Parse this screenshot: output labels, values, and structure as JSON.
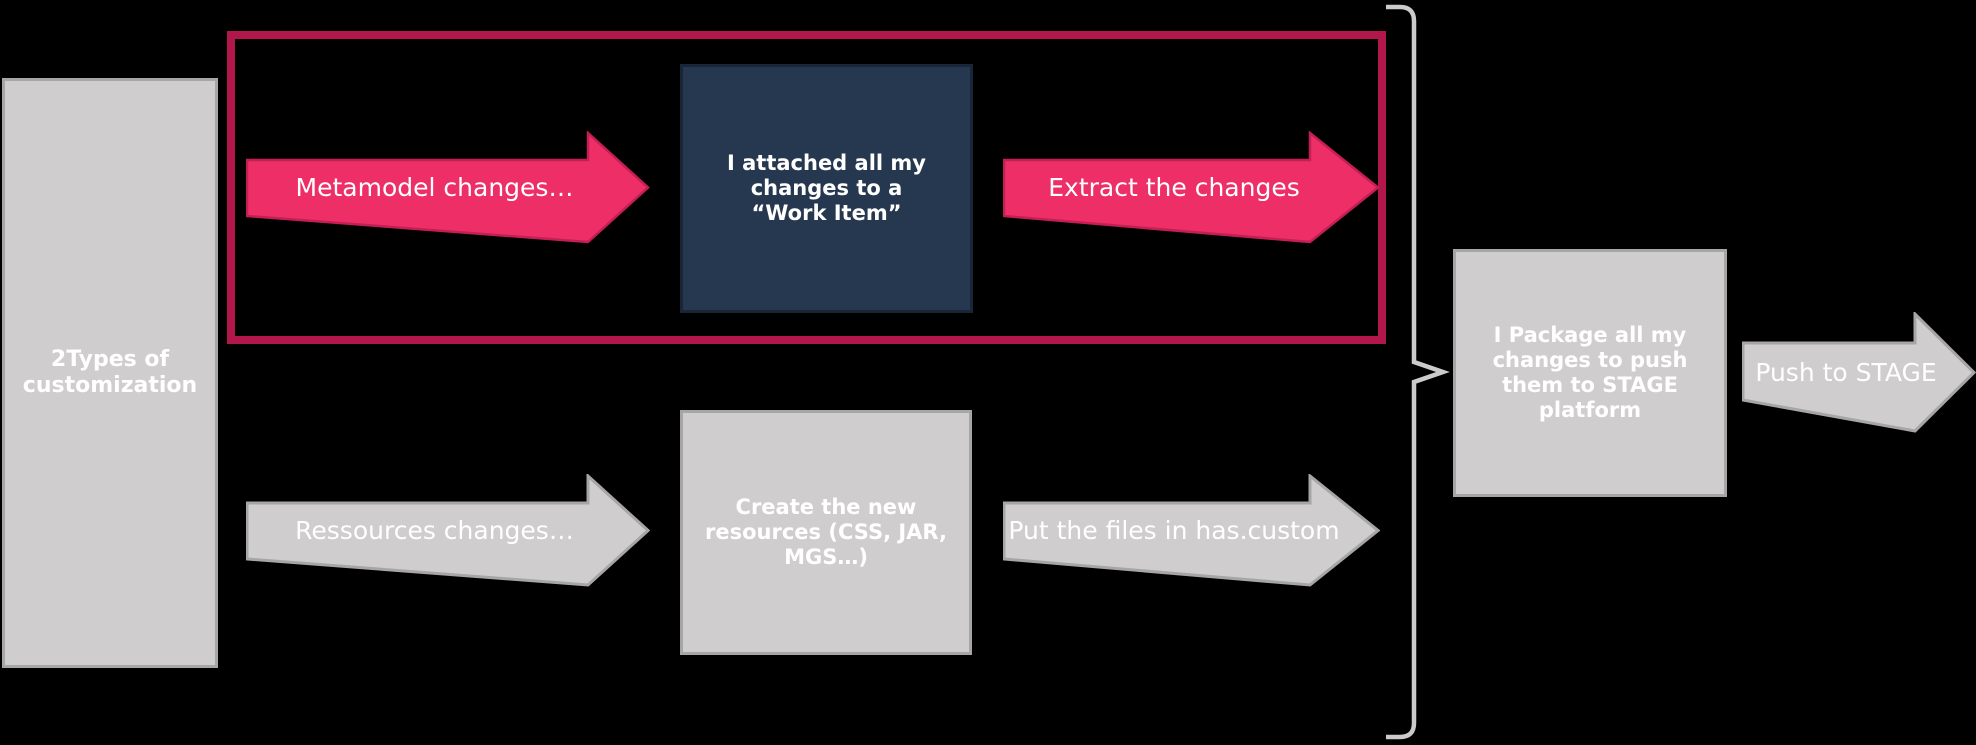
{
  "colors": {
    "background": "#000000",
    "pink_arrow_fill": "#EE2E66",
    "pink_arrow_border": "#C41F55",
    "highlight_border": "#B1174B",
    "navy_box_fill": "#26384F",
    "gray_shape_fill": "#CFCDCE",
    "gray_shape_border": "#A6A6A6",
    "brace": "#CBCBCB",
    "text": "#FFFFFF"
  },
  "left_box": {
    "lines": [
      "2Types of",
      "customization"
    ]
  },
  "top_flow": {
    "metamodel_arrow": {
      "label": "Metamodel changes…"
    },
    "work_item_box": {
      "lines": [
        "I attached all my",
        "changes to a",
        "“Work Item”"
      ]
    },
    "extract_arrow": {
      "label": "Extract the changes"
    }
  },
  "bottom_flow": {
    "resources_arrow": {
      "label": "Ressources changes…"
    },
    "create_box": {
      "lines": [
        "Create the new",
        "resources (CSS, JAR,",
        "MGS…)"
      ]
    },
    "put_files_arrow": {
      "label": "Put the files in has.custom"
    }
  },
  "right_flow": {
    "package_box": {
      "lines": [
        "I Package all my",
        "changes to push",
        "them to STAGE",
        "platform"
      ]
    },
    "push_arrow": {
      "label": "Push to STAGE"
    }
  }
}
